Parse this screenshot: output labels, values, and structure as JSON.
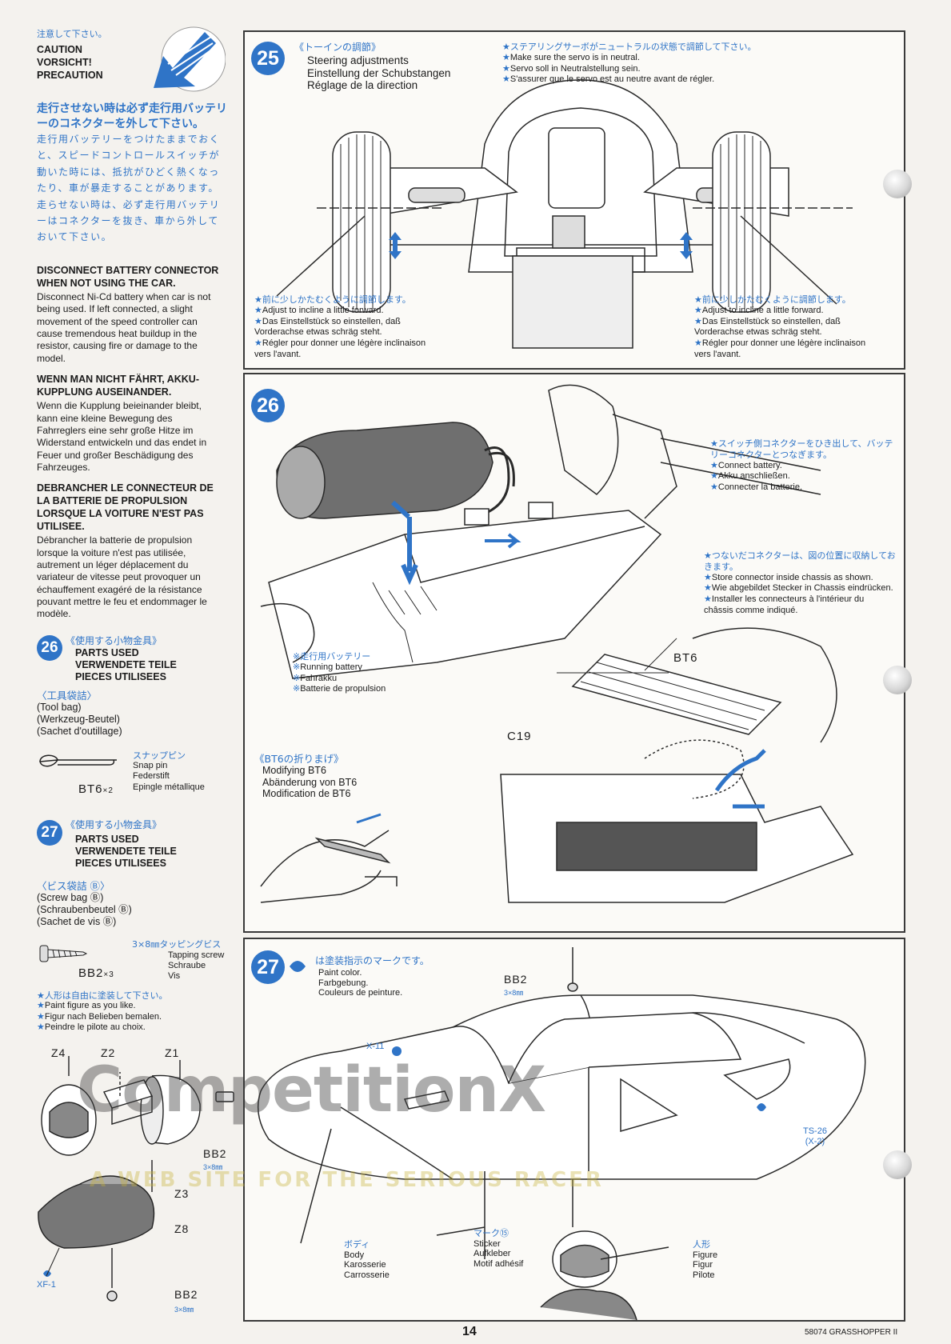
{
  "caution": {
    "jp_label": "注意して下さい。",
    "en": "CAUTION",
    "de": "VORSICHT!",
    "fr": "PRECAUTION",
    "jp_title": "走行させない時は必ず走行用バッテリーのコネクターを外して下さい。",
    "jp_body": "走行用バッテリーをつけたままでおくと、スピードコントロールスイッチが動いた時には、抵抗がひどく熱くなったり、車が暴走することがあります。走らせない時は、必ず走行用バッテリーはコネクターを抜き、車から外しておいて下さい。",
    "en_title": "DISCONNECT BATTERY CONNECTOR WHEN NOT USING THE CAR.",
    "en_body": "Disconnect Ni-Cd battery when car is not being used. If left connected, a slight movement of the speed controller can cause tremendous heat buildup in the resistor, causing fire or damage to the model.",
    "de_title": "WENN MAN NICHT FÄHRT, AKKU-KUPPLUNG AUSEINANDER.",
    "de_body": "Wenn die Kupplung beieinander bleibt, kann eine kleine Bewegung des Fahrreglers eine sehr große Hitze im Widerstand entwickeln und das endet in Feuer und großer Beschädigung des Fahrzeuges.",
    "fr_title": "DEBRANCHER LE CONNECTEUR DE LA BATTERIE DE PROPULSION LORSQUE LA VOITURE N'EST PAS UTILISEE.",
    "fr_body": "Débrancher la batterie de propulsion lorsque la voiture n'est pas utilisée, autrement un léger déplacement du variateur de vitesse peut provoquer un échauffement exagéré de la résistance pouvant mettre le feu et endommager le modèle."
  },
  "parts26": {
    "num": "26",
    "jp": "《使用する小物金具》",
    "en": "PARTS USED",
    "de": "VERWENDETE TEILE",
    "fr": "PIECES UTILISEES",
    "bag_jp": "〈工具袋詰〉",
    "bag_en": "(Tool bag)",
    "bag_de": "(Werkzeug-Beutel)",
    "bag_fr": "(Sachet d'outillage)",
    "part_code": "BT6",
    "part_qty": "×2",
    "part_jp": "スナップピン",
    "part_en": "Snap pin",
    "part_de": "Federstift",
    "part_fr": "Epingle métallique"
  },
  "parts27": {
    "num": "27",
    "jp": "《使用する小物金具》",
    "en": "PARTS USED",
    "de": "VERWENDETE TEILE",
    "fr": "PIECES UTILISEES",
    "bag_jp": "〈ビス袋詰 Ⓑ〉",
    "bag_en": "(Screw bag Ⓑ)",
    "bag_de": "(Schraubenbeutel Ⓑ)",
    "bag_fr": "(Sachet de vis Ⓑ)",
    "part_jp": "3×8㎜タッピングビス",
    "part_code": "BB2",
    "part_qty": "×3",
    "part_en": "Tapping screw",
    "part_de": "Schraube",
    "part_fr": "Vis",
    "paint_jp": "★人形は自由に塗装して下さい。",
    "paint_en": "Paint figure as you like.",
    "paint_de": "Figur nach Belieben bemalen.",
    "paint_fr": "Peindre le pilote au choix.",
    "labels": {
      "z4": "Z4",
      "z2": "Z2",
      "z1": "Z1",
      "bb2": "BB2",
      "bb2_size": "3×8㎜",
      "z3": "Z3",
      "z8": "Z8",
      "xf1": "XF-1",
      "bb2b": "BB2",
      "bb2b_size": "3×8㎜"
    }
  },
  "step25": {
    "num": "25",
    "jp": "《トーインの調節》",
    "en": "Steering adjustments",
    "de": "Einstellung der Schubstangen",
    "fr": "Réglage de la direction",
    "servo_jp": "★ステアリングサーボがニュートラルの状態で調節して下さい。",
    "servo_en": "Make sure the servo is in neutral.",
    "servo_de": "Servo soll in Neutralstellung sein.",
    "servo_fr": "S'assurer que le servo est au neutre avant de régler.",
    "left_jp": "★前に少しかたむくように調節します。",
    "left_en": "Adjust to incline a little forward.",
    "left_de": "Das Einstellstück so einstellen, daß Vorderachse etwas schräg steht.",
    "left_fr": "Régler pour donner une légère inclinaison vers l'avant.",
    "right_jp": "★前に少しかたむくように調節します。",
    "right_en": "Adjust to incline a little forward.",
    "right_de": "Das Einstellstück so einstellen, daß Vorderachse etwas schräg steht.",
    "right_fr": "Régler pour donner une légère inclinaison vers l'avant."
  },
  "step26": {
    "num": "26",
    "connect_jp": "★スイッチ側コネクターをひき出して、バッテリーコネクターとつなぎます。",
    "connect_en": "Connect battery.",
    "connect_de": "Akku anschließen.",
    "connect_fr": "Connecter la batterie.",
    "store_jp": "★つないだコネクターは、図の位置に収納しておきます。",
    "store_en": "Store connector inside chassis as shown.",
    "store_de": "Wie abgebildet Stecker in Chassis eindrücken.",
    "store_fr": "Installer les connecteurs à l'intérieur du châssis comme indiqué.",
    "battery_jp": "※走行用バッテリー",
    "battery_en": "Running battery",
    "battery_de": "Fahrakku",
    "battery_fr": "Batterie de propulsion",
    "bt6_label": "BT6",
    "c19_label": "C19",
    "mod_jp": "《BT6の折りまげ》",
    "mod_en": "Modifying BT6",
    "mod_de": "Abänderung von BT6",
    "mod_fr": "Modification de BT6"
  },
  "step27": {
    "num": "27",
    "paint_jp": "は塗装指示のマークです。",
    "paint_en": "Paint color.",
    "paint_de": "Farbgebung.",
    "paint_fr": "Couleurs de peinture.",
    "bb2": "BB2",
    "bb2_size": "3×8㎜",
    "x11": "X-11",
    "ts26": "TS-26",
    "x2": "(X-2)",
    "body_jp": "ボディ",
    "body_en": "Body",
    "body_de": "Karosserie",
    "body_fr": "Carrosserie",
    "sticker_jp": "マーク⑮",
    "sticker_en": "Sticker",
    "sticker_de": "Aufkleber",
    "sticker_fr": "Motif adhésif",
    "figure_jp": "人形",
    "figure_en": "Figure",
    "figure_de": "Figur",
    "figure_fr": "Pilote"
  },
  "watermark": {
    "main": "CompetitionX",
    "sub": "A WEB SITE FOR THE SERIOUS RACER"
  },
  "footer": {
    "page": "14",
    "model": "58074 GRASSHOPPER II"
  },
  "colors": {
    "accent_blue": "#2f74c7",
    "line": "#2a2a2a",
    "paper": "#f4f2ee"
  }
}
